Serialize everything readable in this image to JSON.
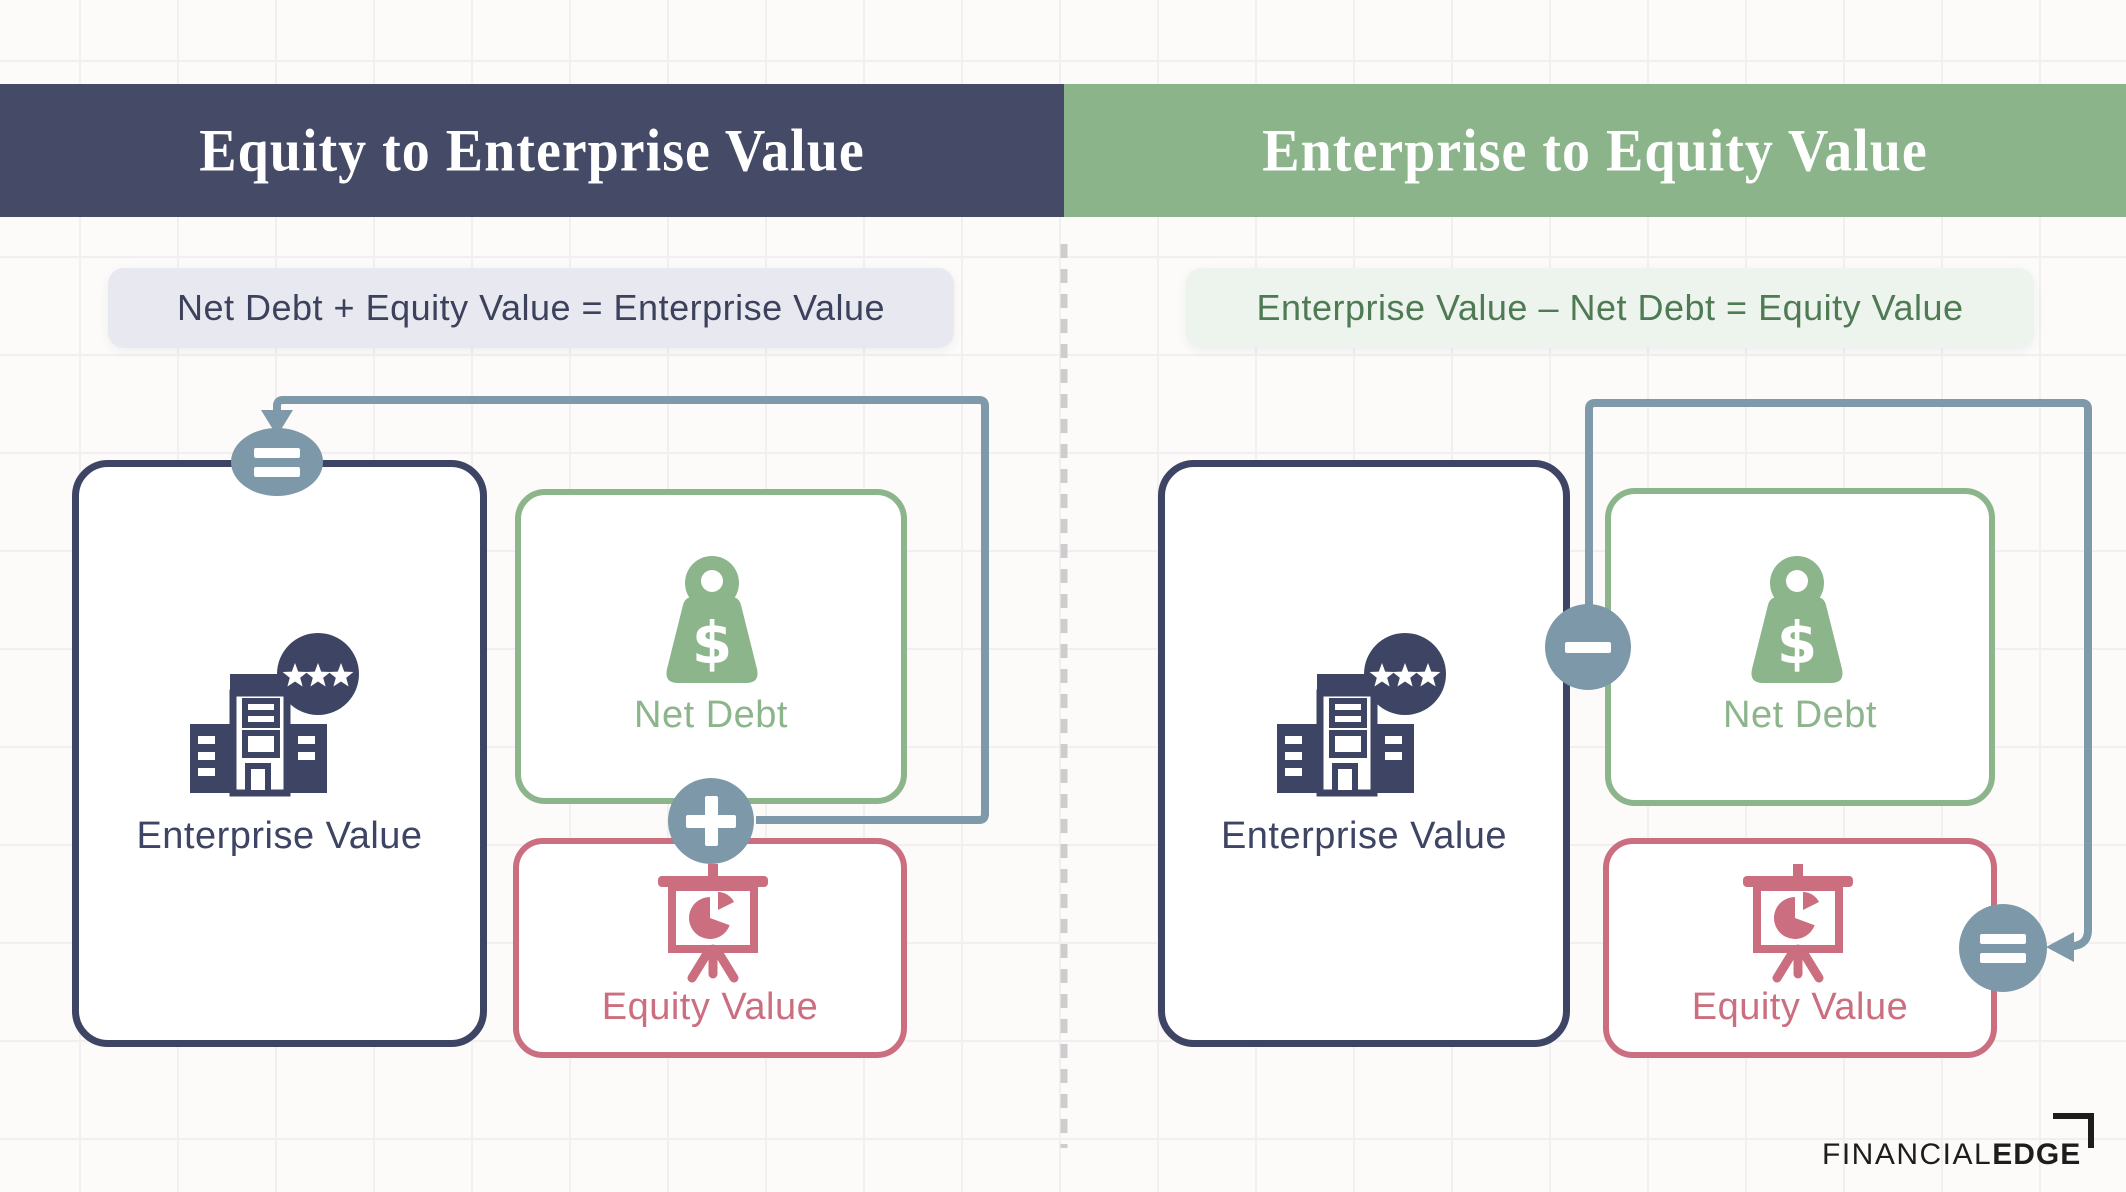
{
  "panels": {
    "left": {
      "title": "Equity to Enterprise Value",
      "formula": "Net Debt + Equity Value = Enterprise Value",
      "boxes": {
        "enterprise": {
          "label": "Enterprise Value"
        },
        "net_debt": {
          "label": "Net Debt"
        },
        "equity": {
          "label": "Equity Value"
        }
      },
      "operators": {
        "result": "=",
        "add": "+"
      }
    },
    "right": {
      "title": "Enterprise to Equity Value",
      "formula": "Enterprise Value – Net Debt = Equity Value",
      "boxes": {
        "enterprise": {
          "label": "Enterprise Value"
        },
        "net_debt": {
          "label": "Net Debt"
        },
        "equity": {
          "label": "Equity Value"
        }
      },
      "operators": {
        "subtract": "−",
        "result": "="
      }
    }
  },
  "logo": {
    "financial": "FINANCIAL",
    "edge": "EDGE"
  },
  "colors": {
    "header_navy": "#454a66",
    "header_green": "#8bb48a",
    "box_navy": "#3e4463",
    "box_green": "#8cb58c",
    "box_rose": "#cb6e80",
    "connector_slate": "#7e99a9",
    "operator_circle": "#7d98a8",
    "pill_left_bg": "#e8e9f0",
    "pill_left_text": "#3c415c",
    "pill_right_bg": "#edf3ed",
    "pill_right_text": "#4e7a54",
    "divider_dash": "#cdcdcd",
    "background": "#fcfbfa",
    "logo_text": "#1d1d1d"
  }
}
